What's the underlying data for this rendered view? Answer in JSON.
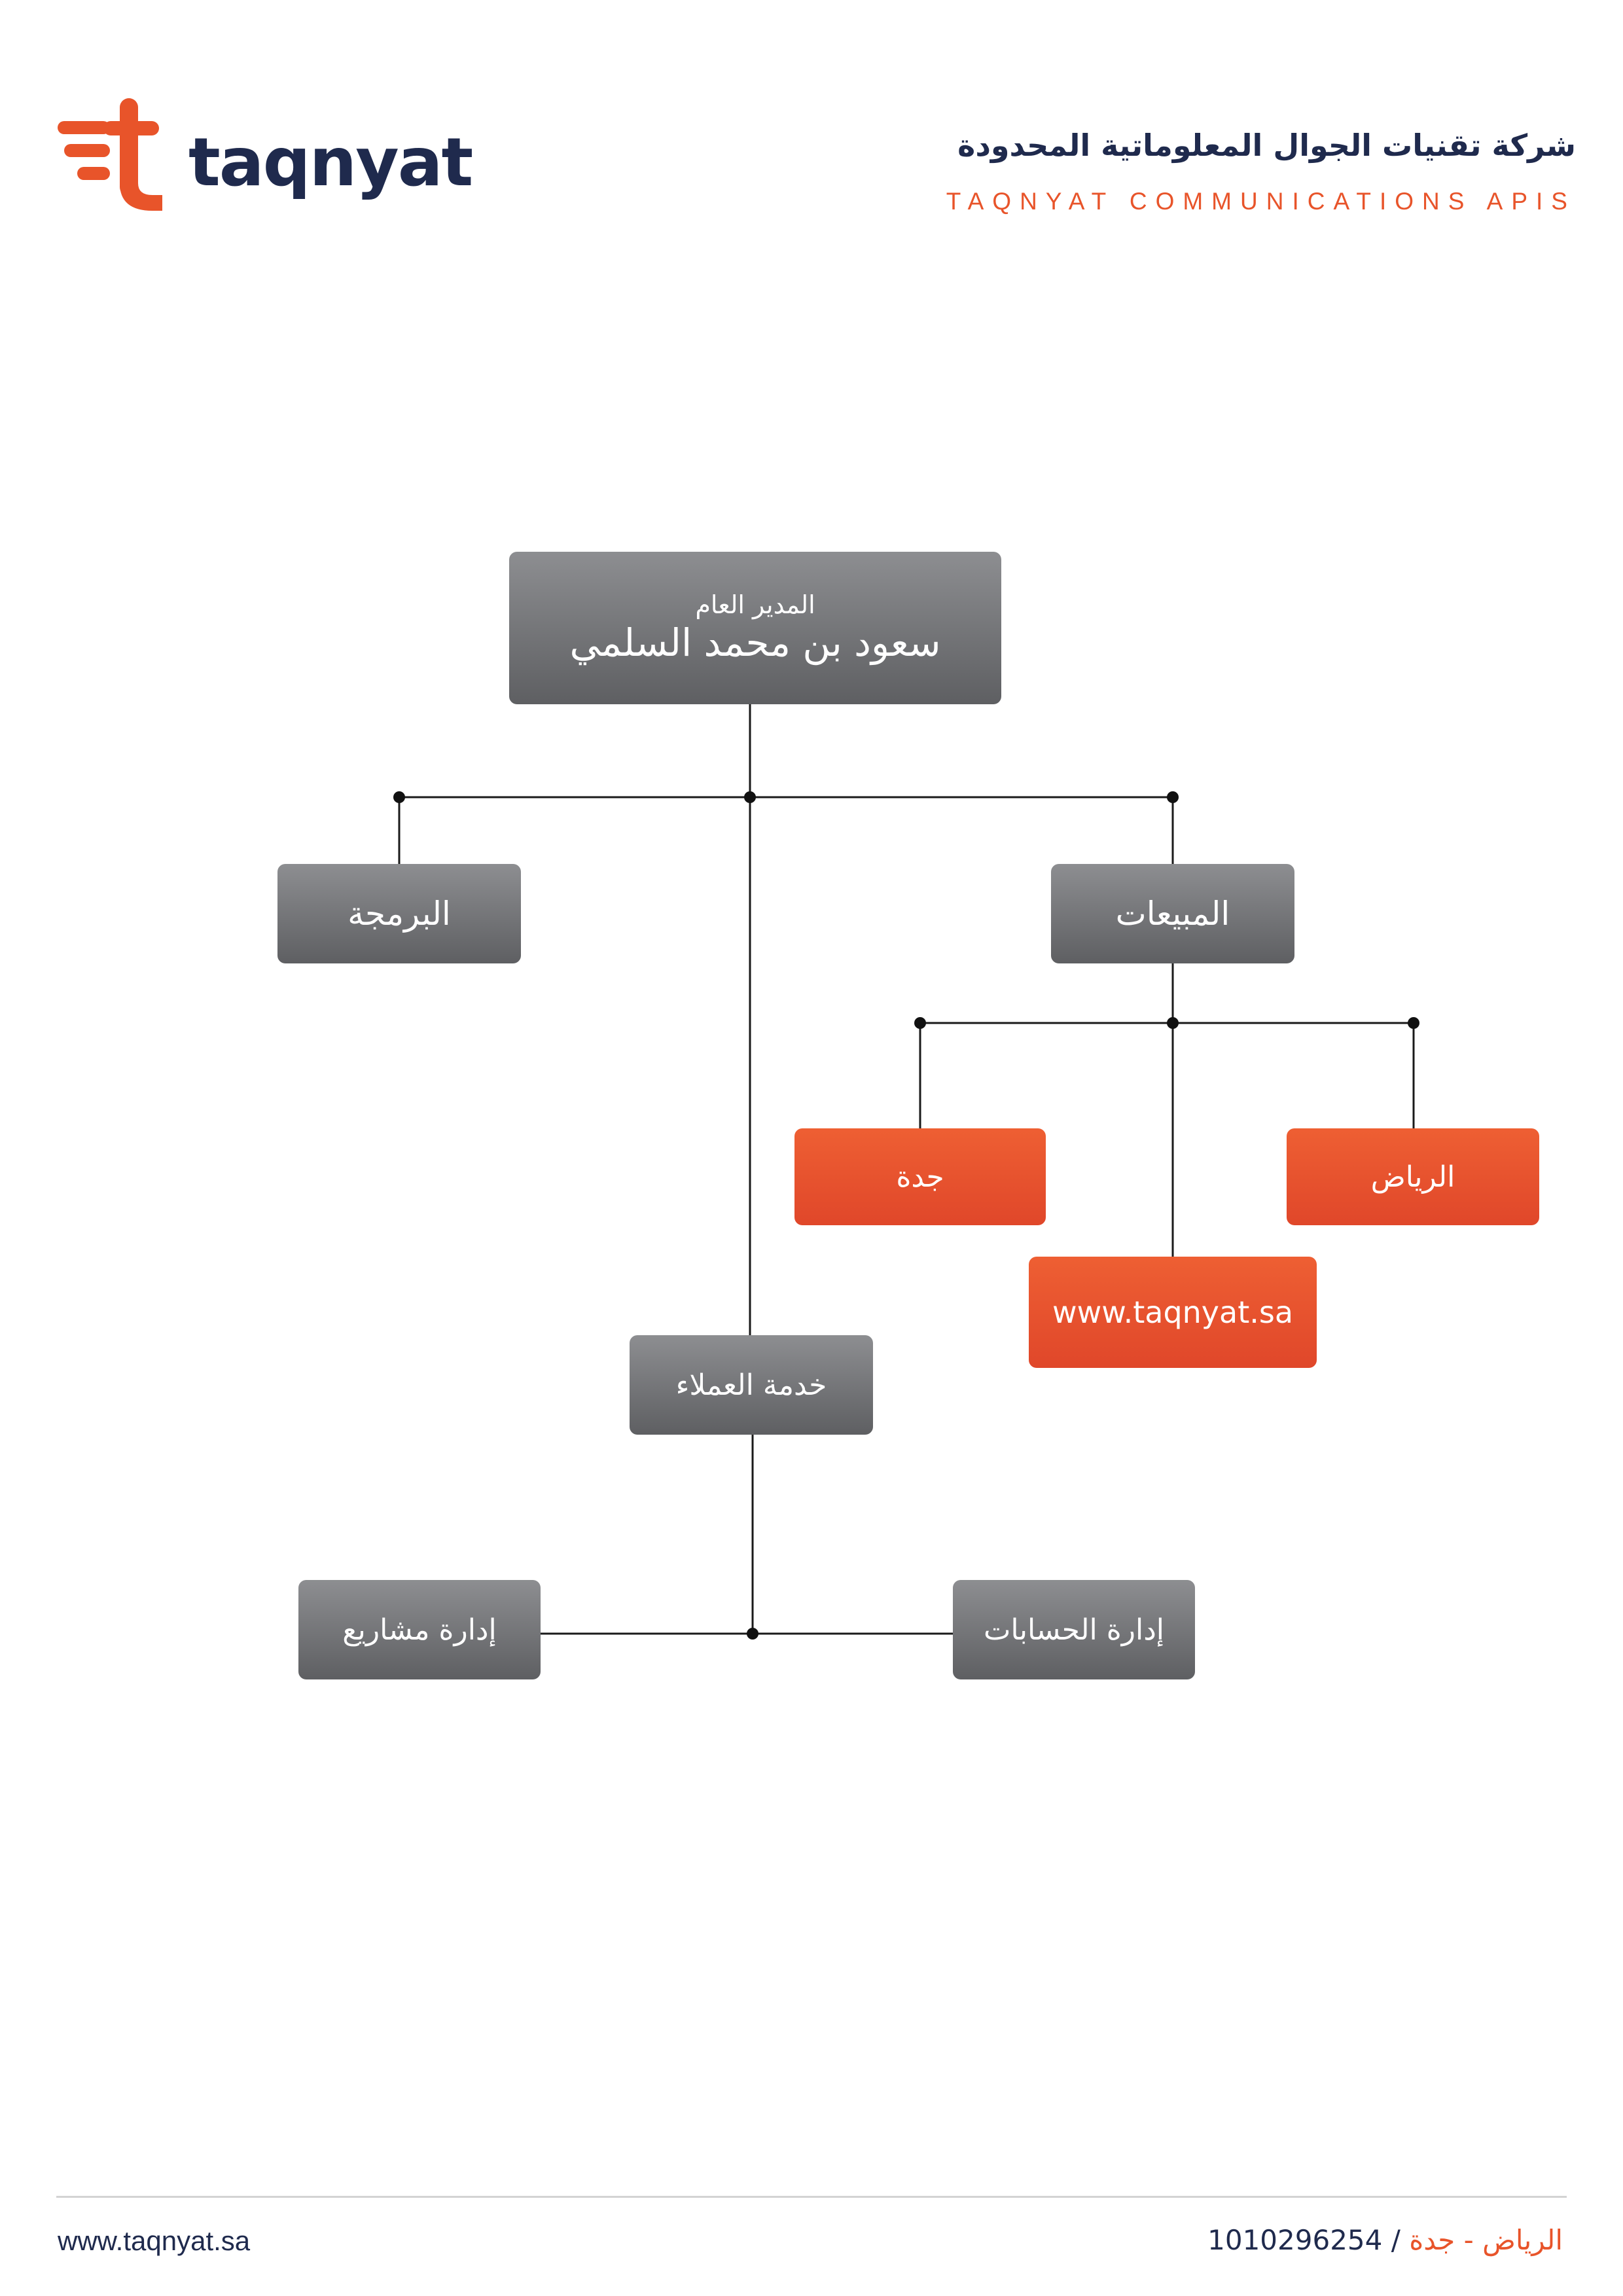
{
  "header": {
    "logo_text": "taqnyat",
    "company_name_ar": "شركة تقنيات الجوال المعلوماتية المحدودة",
    "company_name_en": "TAQNYAT COMMUNICATIONS APIS"
  },
  "chart": {
    "root": {
      "title": "المدير العام",
      "name": "سعود بن محمد السلمي"
    },
    "programming": "البرمجة",
    "sales": "المبيعات",
    "jeddah": "جدة",
    "riyadh": "الرياض",
    "website": "www.taqnyat.sa",
    "customer_service": "خدمة العملاء",
    "project_management": "إدارة مشاريع",
    "accounts_management": "إدارة الحسابات"
  },
  "footer": {
    "url": "www.taqnyat.sa",
    "cities": "الرياض - جدة",
    "separator": " / ",
    "registration": "1010296254"
  },
  "colors": {
    "navy": "#1f2a4d",
    "accent": "#e8542a",
    "grey_box": "#76777a"
  }
}
